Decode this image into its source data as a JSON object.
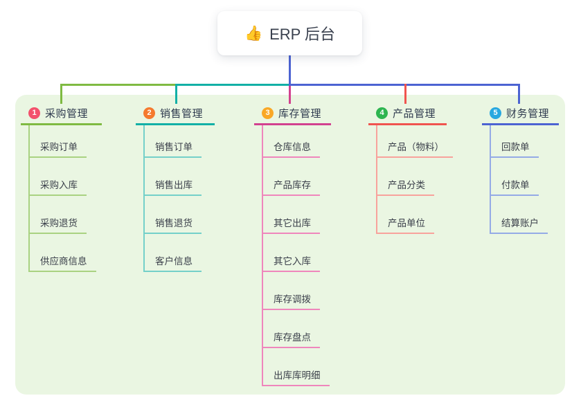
{
  "root": {
    "icon": "👍",
    "label": "ERP 后台"
  },
  "root_line_color": "#4c63d2",
  "panel_bg": "#eaf6e2",
  "branches": [
    {
      "key": "purchase",
      "num": "1",
      "label": "采购管理",
      "badge_color": "#f3516c",
      "line_color": "#7fba42",
      "child_line_color": "#a9d281",
      "children": [
        "采购订单",
        "采购入库",
        "采购退货",
        "供应商信息"
      ]
    },
    {
      "key": "sales",
      "num": "2",
      "label": "销售管理",
      "badge_color": "#f57a2e",
      "line_color": "#12b0a6",
      "child_line_color": "#74d0c9",
      "children": [
        "销售订单",
        "销售出库",
        "销售退货",
        "客户信息"
      ]
    },
    {
      "key": "inventory",
      "num": "3",
      "label": "库存管理",
      "badge_color": "#f9a826",
      "line_color": "#d2418f",
      "child_line_color": "#ef86bc",
      "children": [
        "仓库信息",
        "产品库存",
        "其它出库",
        "其它入库",
        "库存调拨",
        "库存盘点",
        "出库库明细"
      ]
    },
    {
      "key": "product",
      "num": "4",
      "label": "产品管理",
      "badge_color": "#2eb550",
      "line_color": "#f0544f",
      "child_line_color": "#f8a29c",
      "children": [
        "产品（物料）",
        "产品分类",
        "产品单位"
      ]
    },
    {
      "key": "finance",
      "num": "5",
      "label": "财务管理",
      "badge_color": "#28a8e0",
      "line_color": "#4c63d2",
      "child_line_color": "#94aae6",
      "children": [
        "回款单",
        "付款单",
        "结算账户"
      ]
    }
  ]
}
